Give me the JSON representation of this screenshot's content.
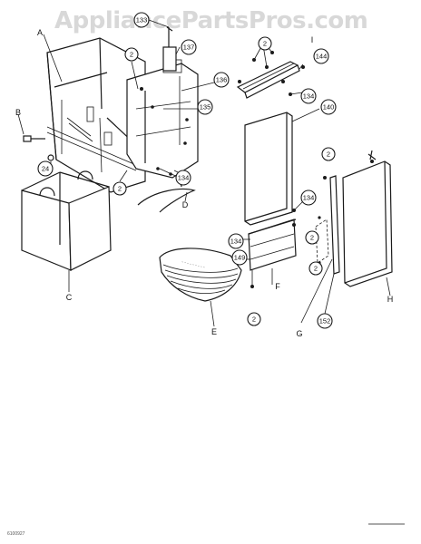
{
  "watermark": "AppliancePartsPros.com",
  "footer_left": "6100927",
  "callouts": [
    "133",
    "137",
    "2",
    "136",
    "135",
    "144",
    "134",
    "140",
    "24",
    "134",
    "2",
    "134",
    "134",
    "149",
    "2",
    "2",
    "152",
    "2",
    "2",
    "2"
  ],
  "letters": [
    "A",
    "B",
    "I",
    "C",
    "D",
    "E",
    "F",
    "G",
    "H"
  ]
}
